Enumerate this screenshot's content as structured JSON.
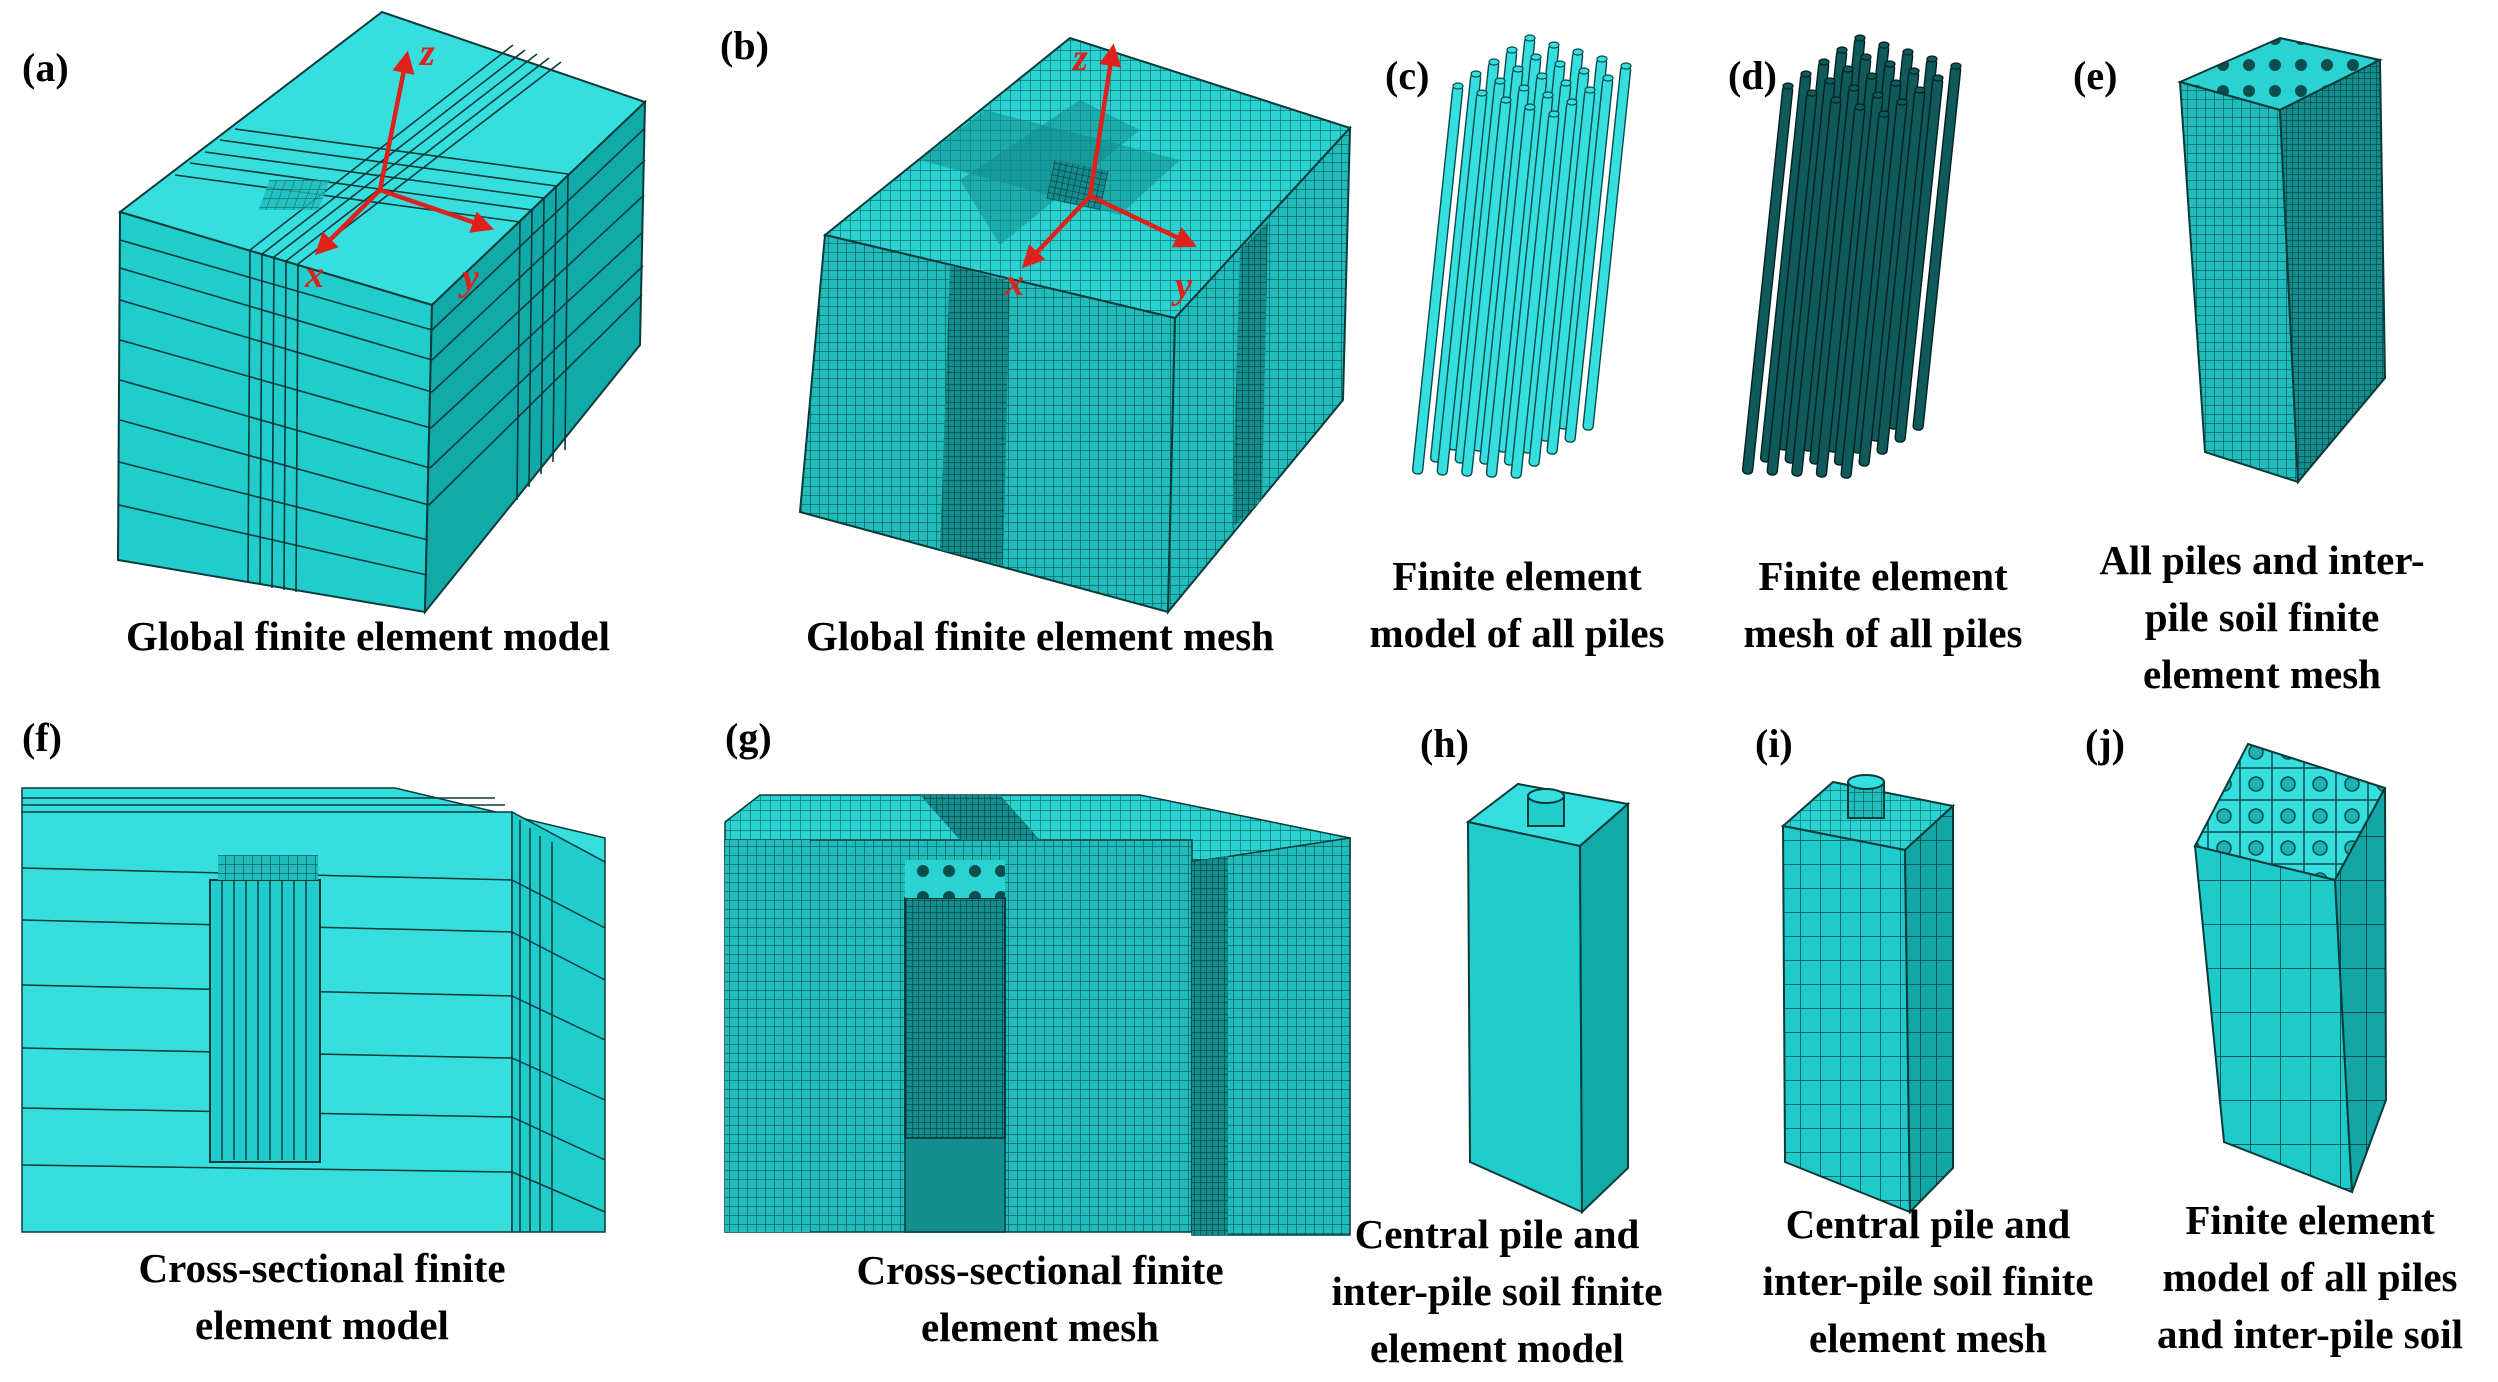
{
  "panels": [
    {
      "id": "a",
      "label": "(a)",
      "caption": [
        "Global finite element model"
      ],
      "axes": [
        "x",
        "y",
        "z"
      ]
    },
    {
      "id": "b",
      "label": "(b)",
      "caption": [
        "Global finite element mesh"
      ],
      "axes": [
        "x",
        "y",
        "z"
      ]
    },
    {
      "id": "c",
      "label": "(c)",
      "caption": [
        "Finite element",
        "model of all piles"
      ]
    },
    {
      "id": "d",
      "label": "(d)",
      "caption": [
        "Finite element",
        "mesh of all piles"
      ]
    },
    {
      "id": "e",
      "label": "(e)",
      "caption": [
        "All piles and inter-",
        "pile soil finite",
        "element mesh"
      ]
    },
    {
      "id": "f",
      "label": "(f)",
      "caption": [
        "Cross-sectional finite",
        "element model"
      ]
    },
    {
      "id": "g",
      "label": "(g)",
      "caption": [
        "Cross-sectional finite",
        "element mesh"
      ]
    },
    {
      "id": "h",
      "label": "(h)",
      "caption": [
        "Central pile and",
        "inter-pile soil finite",
        "element model"
      ]
    },
    {
      "id": "i",
      "label": "(i)",
      "caption": [
        "Central pile and",
        "inter-pile soil finite",
        "element mesh"
      ]
    },
    {
      "id": "j",
      "label": "(j)",
      "caption": [
        "Finite element",
        "model of all piles",
        "and inter-pile soil"
      ]
    }
  ],
  "colors": {
    "model_face_top": "#36dfdf",
    "model_face_front": "#20cccc",
    "model_face_side": "#12a9a9",
    "mesh_dark": "#0e5c5c",
    "edge": "#0a3a3a",
    "axis": "#e0201a"
  }
}
